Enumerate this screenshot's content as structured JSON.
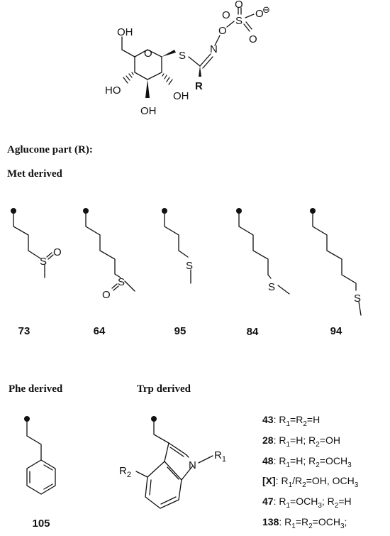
{
  "glucosinolate": {
    "atoms": {
      "oh_top": "OH",
      "ring_o": "O",
      "s": "S",
      "n": "N",
      "o_link": "O",
      "s_sulfate": "S",
      "o_top": "O",
      "o_left": "O",
      "o_right": "O",
      "charge": "⊖",
      "r": "R",
      "ho_left": "HO",
      "oh_right": "OH",
      "oh_bottom": "OH"
    }
  },
  "headings": {
    "aglucone": "Aglucone part (R):",
    "met": "Met derived",
    "phe": "Phe derived",
    "trp": "Trp derived"
  },
  "met_compounds": [
    {
      "id": "73",
      "hetero": "S",
      "oxide": "O"
    },
    {
      "id": "64",
      "hetero": "S",
      "oxide": "O"
    },
    {
      "id": "95",
      "hetero": "S"
    },
    {
      "id": "84",
      "hetero": "S"
    },
    {
      "id": "94",
      "hetero": "S"
    }
  ],
  "phe_compound": {
    "id": "105"
  },
  "trp_core": {
    "n": "N",
    "r1": "R",
    "r1_sub": "1",
    "r2": "R",
    "r2_sub": "2"
  },
  "trp_variants": [
    {
      "id": "43",
      "parts": [
        ": R",
        "1",
        "=R",
        "2",
        "=H"
      ]
    },
    {
      "id": "28",
      "parts": [
        ": R",
        "1",
        "=H; R",
        "2",
        "=OH"
      ]
    },
    {
      "id": "48",
      "parts": [
        ": R",
        "1",
        "=H; R",
        "2",
        "=OCH",
        "3",
        ""
      ]
    },
    {
      "id": "[X]",
      "parts": [
        ": R",
        "1",
        "/R",
        "2",
        "=OH, OCH",
        "3",
        ""
      ]
    },
    {
      "id": "47",
      "parts": [
        ": R",
        "1",
        "=OCH",
        "3",
        "; R",
        "2",
        "=H"
      ]
    },
    {
      "id": "138",
      "parts": [
        ": R",
        "1",
        "=R",
        "2",
        "=OCH",
        "3",
        ";"
      ]
    }
  ]
}
